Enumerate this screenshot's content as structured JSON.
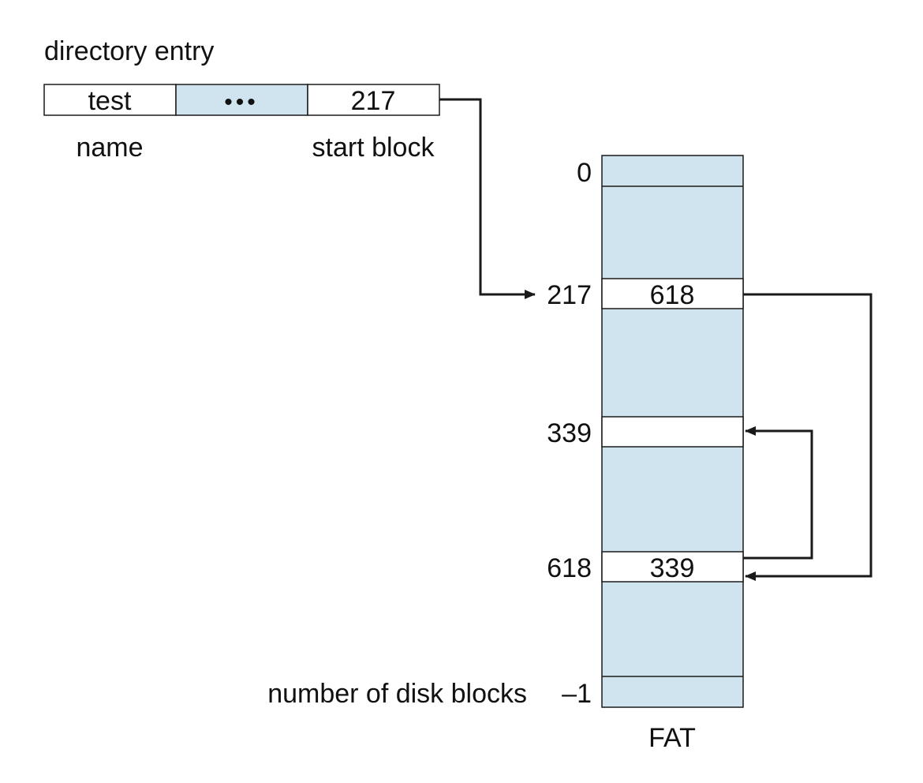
{
  "directory_entry": {
    "title": "directory entry",
    "name_value": "test",
    "ellipsis": "•••",
    "start_value": "217",
    "name_caption": "name",
    "start_caption": "start block"
  },
  "fat": {
    "caption": "FAT",
    "row_labels": {
      "zero": "0",
      "r217": "217",
      "r339": "339",
      "r618": "618",
      "last_prefix": "number of disk blocks",
      "last": "–1"
    },
    "entries": {
      "e217": "618",
      "e339": "",
      "e618": "339"
    }
  },
  "colors": {
    "fill": "#cfe4ee",
    "stroke": "#1a1a1a",
    "white": "#ffffff"
  }
}
